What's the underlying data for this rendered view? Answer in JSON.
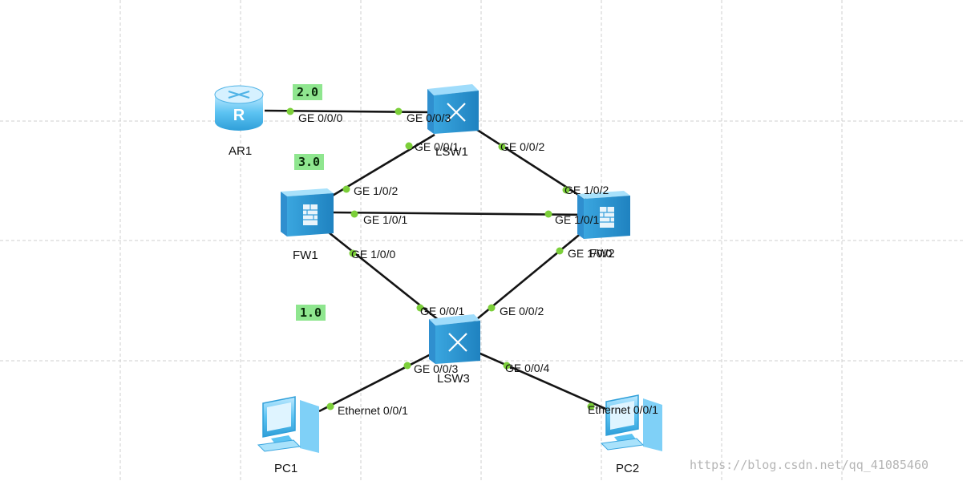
{
  "devices": {
    "ar1": "AR1",
    "lsw1": "LSW1",
    "fw1": "FW1",
    "fw2": "FW2",
    "lsw3": "LSW3",
    "pc1": "PC1",
    "pc2": "PC2"
  },
  "subnets": {
    "a": "2.0",
    "b": "3.0",
    "c": "1.0"
  },
  "ports": {
    "ar1_ge000": "GE 0/0/0",
    "lsw1_ge003": "GE 0/0/3",
    "lsw1_ge001": "GE 0/0/1",
    "lsw1_ge002": "GE 0/0/2",
    "fw1_ge102": "GE 1/0/2",
    "fw1_ge101": "GE 1/0/1",
    "fw1_ge100": "GE 1/0/0",
    "fw2_ge102": "GE 1/0/2",
    "fw2_ge101": "GE 1/0/1",
    "fw2_ge100": "GE 1/0/0",
    "lsw3_ge001": "GE 0/0/1",
    "lsw3_ge002": "GE 0/0/2",
    "lsw3_ge003": "GE 0/0/3",
    "lsw3_ge004": "GE 0/0/4",
    "pc1_eth001": "Ethernet 0/0/1",
    "pc2_eth001": "Ethernet 0/0/1"
  },
  "watermark": "https://blog.csdn.net/qq_41085460",
  "colors": {
    "port_dot": "#7ccf3a",
    "subnet_tag": "#8fe68f",
    "device_blue": "#5cc3f2"
  },
  "icons": {
    "router": "router-icon",
    "switch": "switch-icon",
    "firewall": "firewall-icon",
    "pc": "pc-icon"
  }
}
